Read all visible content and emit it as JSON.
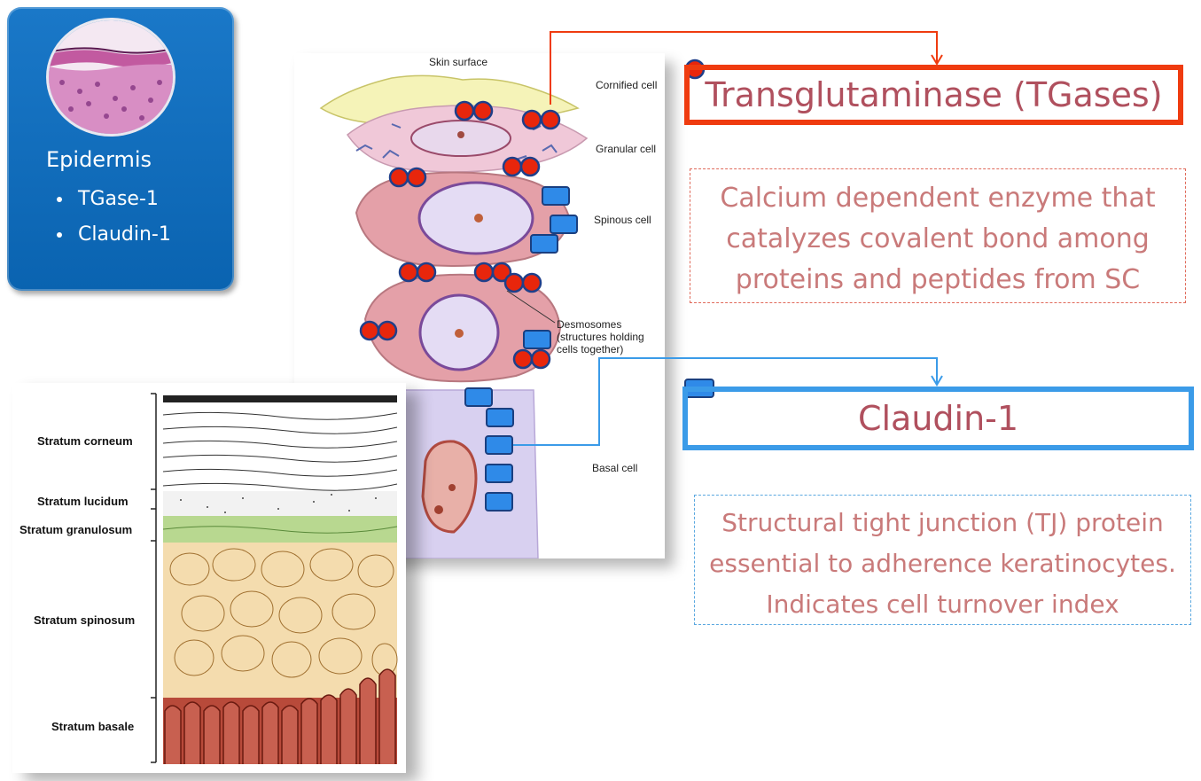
{
  "card": {
    "title": "Epidermis",
    "items": [
      "TGase-1",
      "Claudin-1"
    ]
  },
  "cell_diagram": {
    "labels": {
      "skin_surface": "Skin surface",
      "cornified": "Cornified cell",
      "granular": "Granular cell",
      "spinous": "Spinous cell",
      "desmo_1": "Desmosomes",
      "desmo_2": "(structures holding",
      "desmo_3": "cells together)",
      "basal": "Basal cell"
    }
  },
  "layers": {
    "corneum": "Stratum corneum",
    "lucidum": "Stratum lucidum",
    "granulosum": "Stratum granulosum",
    "spinosum": "Stratum spinosum",
    "basale": "Stratum basale"
  },
  "tgase": {
    "title": "Transglutaminase (TGases)",
    "desc": [
      "Calcium dependent enzyme that",
      "catalyzes covalent bond among",
      "proteins and peptides from SC"
    ]
  },
  "claudin": {
    "title": "Claudin-1",
    "desc": [
      "Structural tight junction (TJ) protein",
      "essential to adherence keratinocytes.",
      "Indicates cell turnover index"
    ]
  },
  "colors": {
    "card_blue": "#0a63b0",
    "tgase_red": "#ef3b0f",
    "claudin_blue": "#3b9be8",
    "title_text": "#b0505e",
    "desc_text": "#c97a7a"
  }
}
